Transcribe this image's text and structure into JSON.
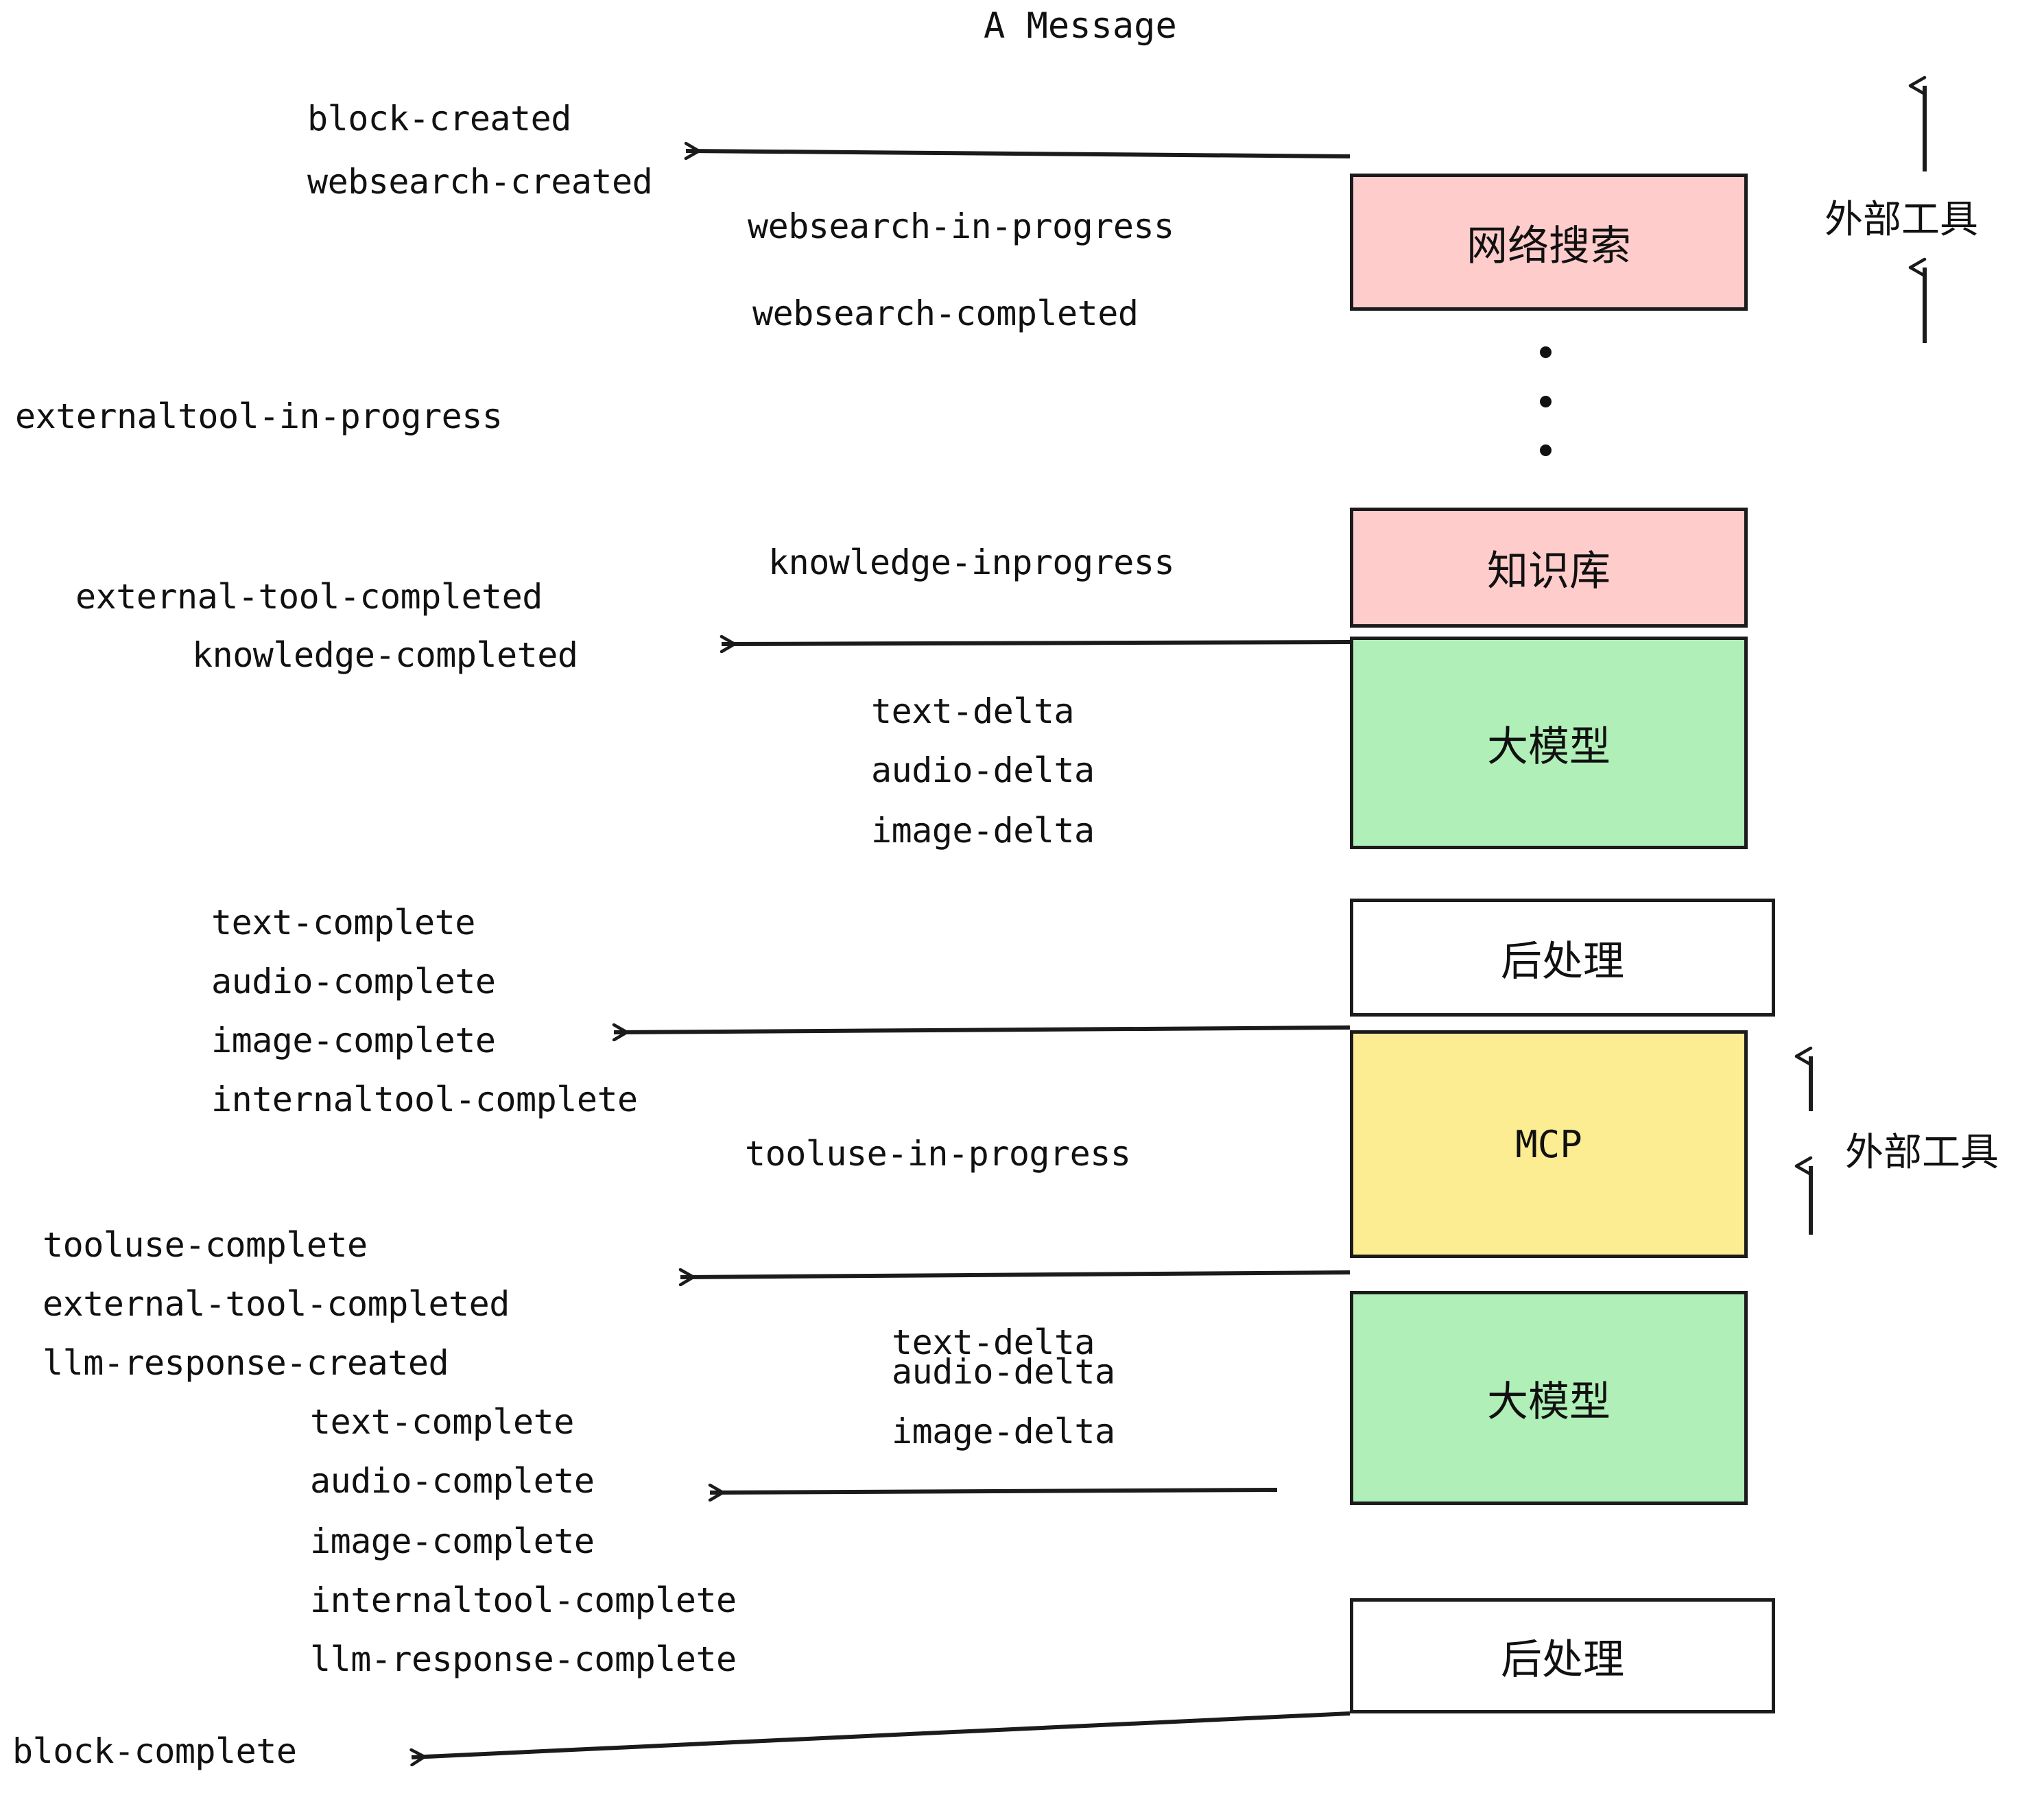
{
  "diagram": {
    "title": "A Message",
    "background": "#ffffff",
    "stroke": "#1b1b1b",
    "colors": {
      "pink": "#ffcccc",
      "green": "#b0f0b8",
      "yellow": "#fcec92",
      "white": "#ffffff",
      "line": "#1b1b1b"
    }
  },
  "nodes": [
    {
      "id": "websearch",
      "label": "网络搜索",
      "fill": "#ffcccc",
      "mono": false
    },
    {
      "id": "knowledge",
      "label": "知识库",
      "fill": "#ffcccc",
      "mono": false
    },
    {
      "id": "llm-1",
      "label": "大模型",
      "fill": "#b0f0b8",
      "mono": false
    },
    {
      "id": "postproc-1",
      "label": "后处理",
      "fill": "#ffffff",
      "mono": false
    },
    {
      "id": "mcp",
      "label": "MCP",
      "fill": "#fcec92",
      "mono": true
    },
    {
      "id": "llm-2",
      "label": "大模型",
      "fill": "#b0f0b8",
      "mono": false
    },
    {
      "id": "postproc-2",
      "label": "后处理",
      "fill": "#ffffff",
      "mono": false
    }
  ],
  "side_labels": [
    {
      "id": "external-tools-top",
      "text": "外部工具"
    },
    {
      "id": "external-tools-bottom",
      "text": "外部工具"
    }
  ],
  "events": [
    {
      "id": "e01",
      "text": "block-created"
    },
    {
      "id": "e02",
      "text": "websearch-created"
    },
    {
      "id": "e03",
      "text": "websearch-in-progress"
    },
    {
      "id": "e04",
      "text": "websearch-completed"
    },
    {
      "id": "e05",
      "text": "externaltool-in-progress"
    },
    {
      "id": "e06",
      "text": "knowledge-inprogress"
    },
    {
      "id": "e07",
      "text": "external-tool-completed"
    },
    {
      "id": "e08",
      "text": "knowledge-completed"
    },
    {
      "id": "e09",
      "text": "text-delta"
    },
    {
      "id": "e10",
      "text": "audio-delta"
    },
    {
      "id": "e11",
      "text": "image-delta"
    },
    {
      "id": "e12",
      "text": "text-complete"
    },
    {
      "id": "e13",
      "text": "audio-complete"
    },
    {
      "id": "e14",
      "text": "image-complete"
    },
    {
      "id": "e15",
      "text": "internaltool-complete"
    },
    {
      "id": "e16",
      "text": "tooluse-in-progress"
    },
    {
      "id": "e17",
      "text": "tooluse-complete"
    },
    {
      "id": "e18",
      "text": "external-tool-completed"
    },
    {
      "id": "e19",
      "text": "llm-response-created"
    },
    {
      "id": "e20",
      "text": "text-delta"
    },
    {
      "id": "e21",
      "text": "audio-delta"
    },
    {
      "id": "e22",
      "text": "image-delta"
    },
    {
      "id": "e23",
      "text": "text-complete"
    },
    {
      "id": "e24",
      "text": "audio-complete"
    },
    {
      "id": "e25",
      "text": "image-complete"
    },
    {
      "id": "e26",
      "text": "internaltool-complete"
    },
    {
      "id": "e27",
      "text": "llm-response-complete"
    },
    {
      "id": "e28",
      "text": "block-complete"
    }
  ],
  "ellipsis": {
    "id": "vertical-ellipsis",
    "dots": 3
  }
}
